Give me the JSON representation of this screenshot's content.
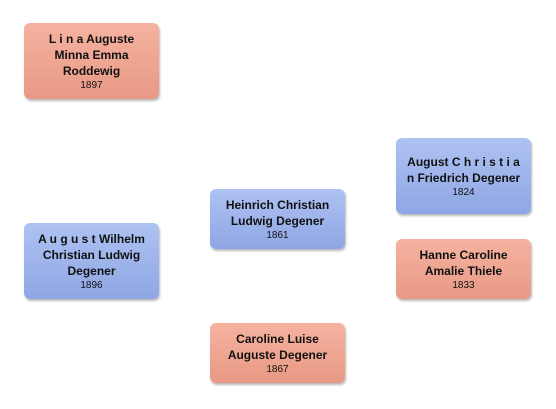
{
  "people": {
    "lina": {
      "name": "L i n a Auguste Minna Emma Roddewig",
      "year": "1897",
      "gender": "female"
    },
    "august_wilhelm": {
      "name": "A u g u s t Wilhelm Christian Ludwig Degener",
      "year": "1896",
      "gender": "male"
    },
    "heinrich": {
      "name": "Heinrich Christian Ludwig Degener",
      "year": "1861",
      "gender": "male"
    },
    "caroline": {
      "name": "Caroline Luise Auguste Degener",
      "year": "1867",
      "gender": "female"
    },
    "august_christian": {
      "name": "August C h r i s t i a n Friedrich Degener",
      "year": "1824",
      "gender": "male"
    },
    "hanne": {
      "name": "Hanne Caroline Amalie Thiele",
      "year": "1833",
      "gender": "female"
    }
  },
  "colors": {
    "female": "#eea592",
    "male": "#9db3ea"
  }
}
